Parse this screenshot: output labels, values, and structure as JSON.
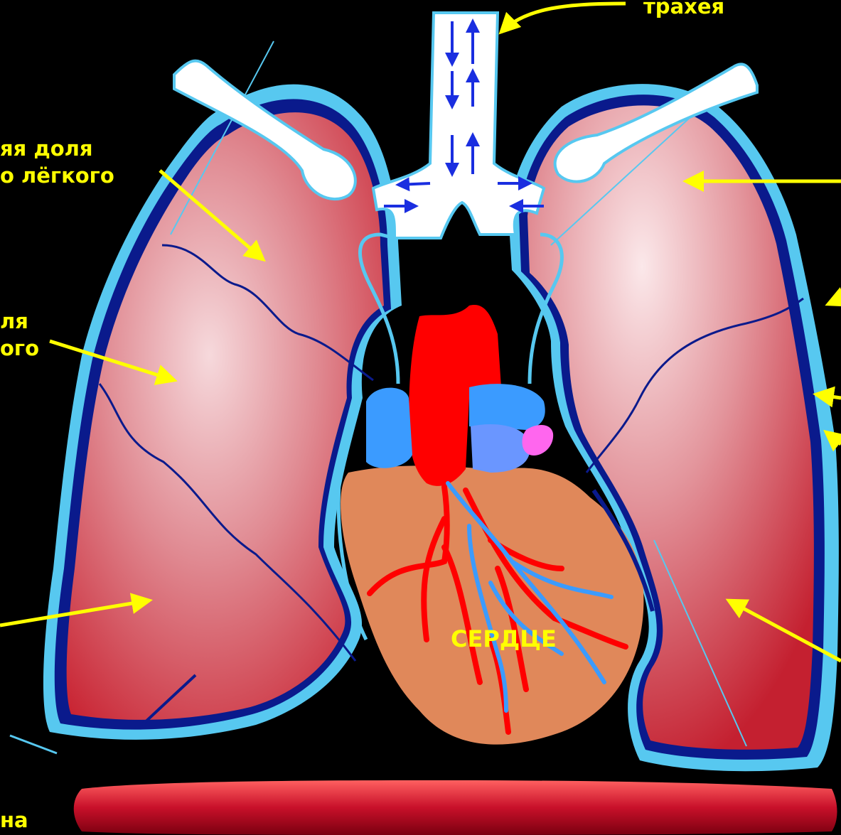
{
  "labels": {
    "trachea": "трахея",
    "upper_lobe_right": "яя доля\nо лёгкого",
    "middle_lobe_right": "ля\nого",
    "bottom_left": "на",
    "heart": "СЕРДЦЕ"
  },
  "colors": {
    "background": "#000000",
    "label": "#ffff00",
    "arrow": "#ffff00",
    "pleura_outer": "#57c8f0",
    "pleura_inner": "#0a1a8c",
    "lung": "#d24a55",
    "heart_body": "#e0885a",
    "aorta": "#ff0000",
    "veins": "#3b9bff",
    "trachea": "#ffffff"
  }
}
